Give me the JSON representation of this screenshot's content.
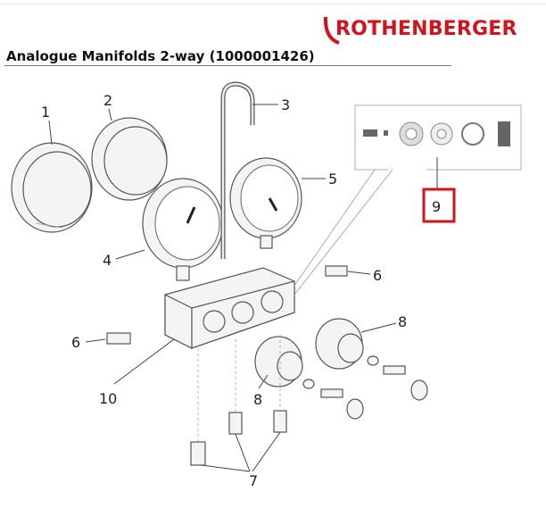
{
  "brand": {
    "name": "ROTHENBERGER",
    "color": "#d4121d"
  },
  "page_title": "Analogue Manifolds 2-way (1000001426)",
  "callouts": {
    "c1": "1",
    "c2": "2",
    "c3": "3",
    "c4": "4",
    "c5": "5",
    "c6a": "6",
    "c6b": "6",
    "c7": "7",
    "c8a": "8",
    "c8b": "8",
    "c9": "9",
    "c10": "10"
  },
  "highlight": {
    "label": "9",
    "color": "#d4121d"
  }
}
